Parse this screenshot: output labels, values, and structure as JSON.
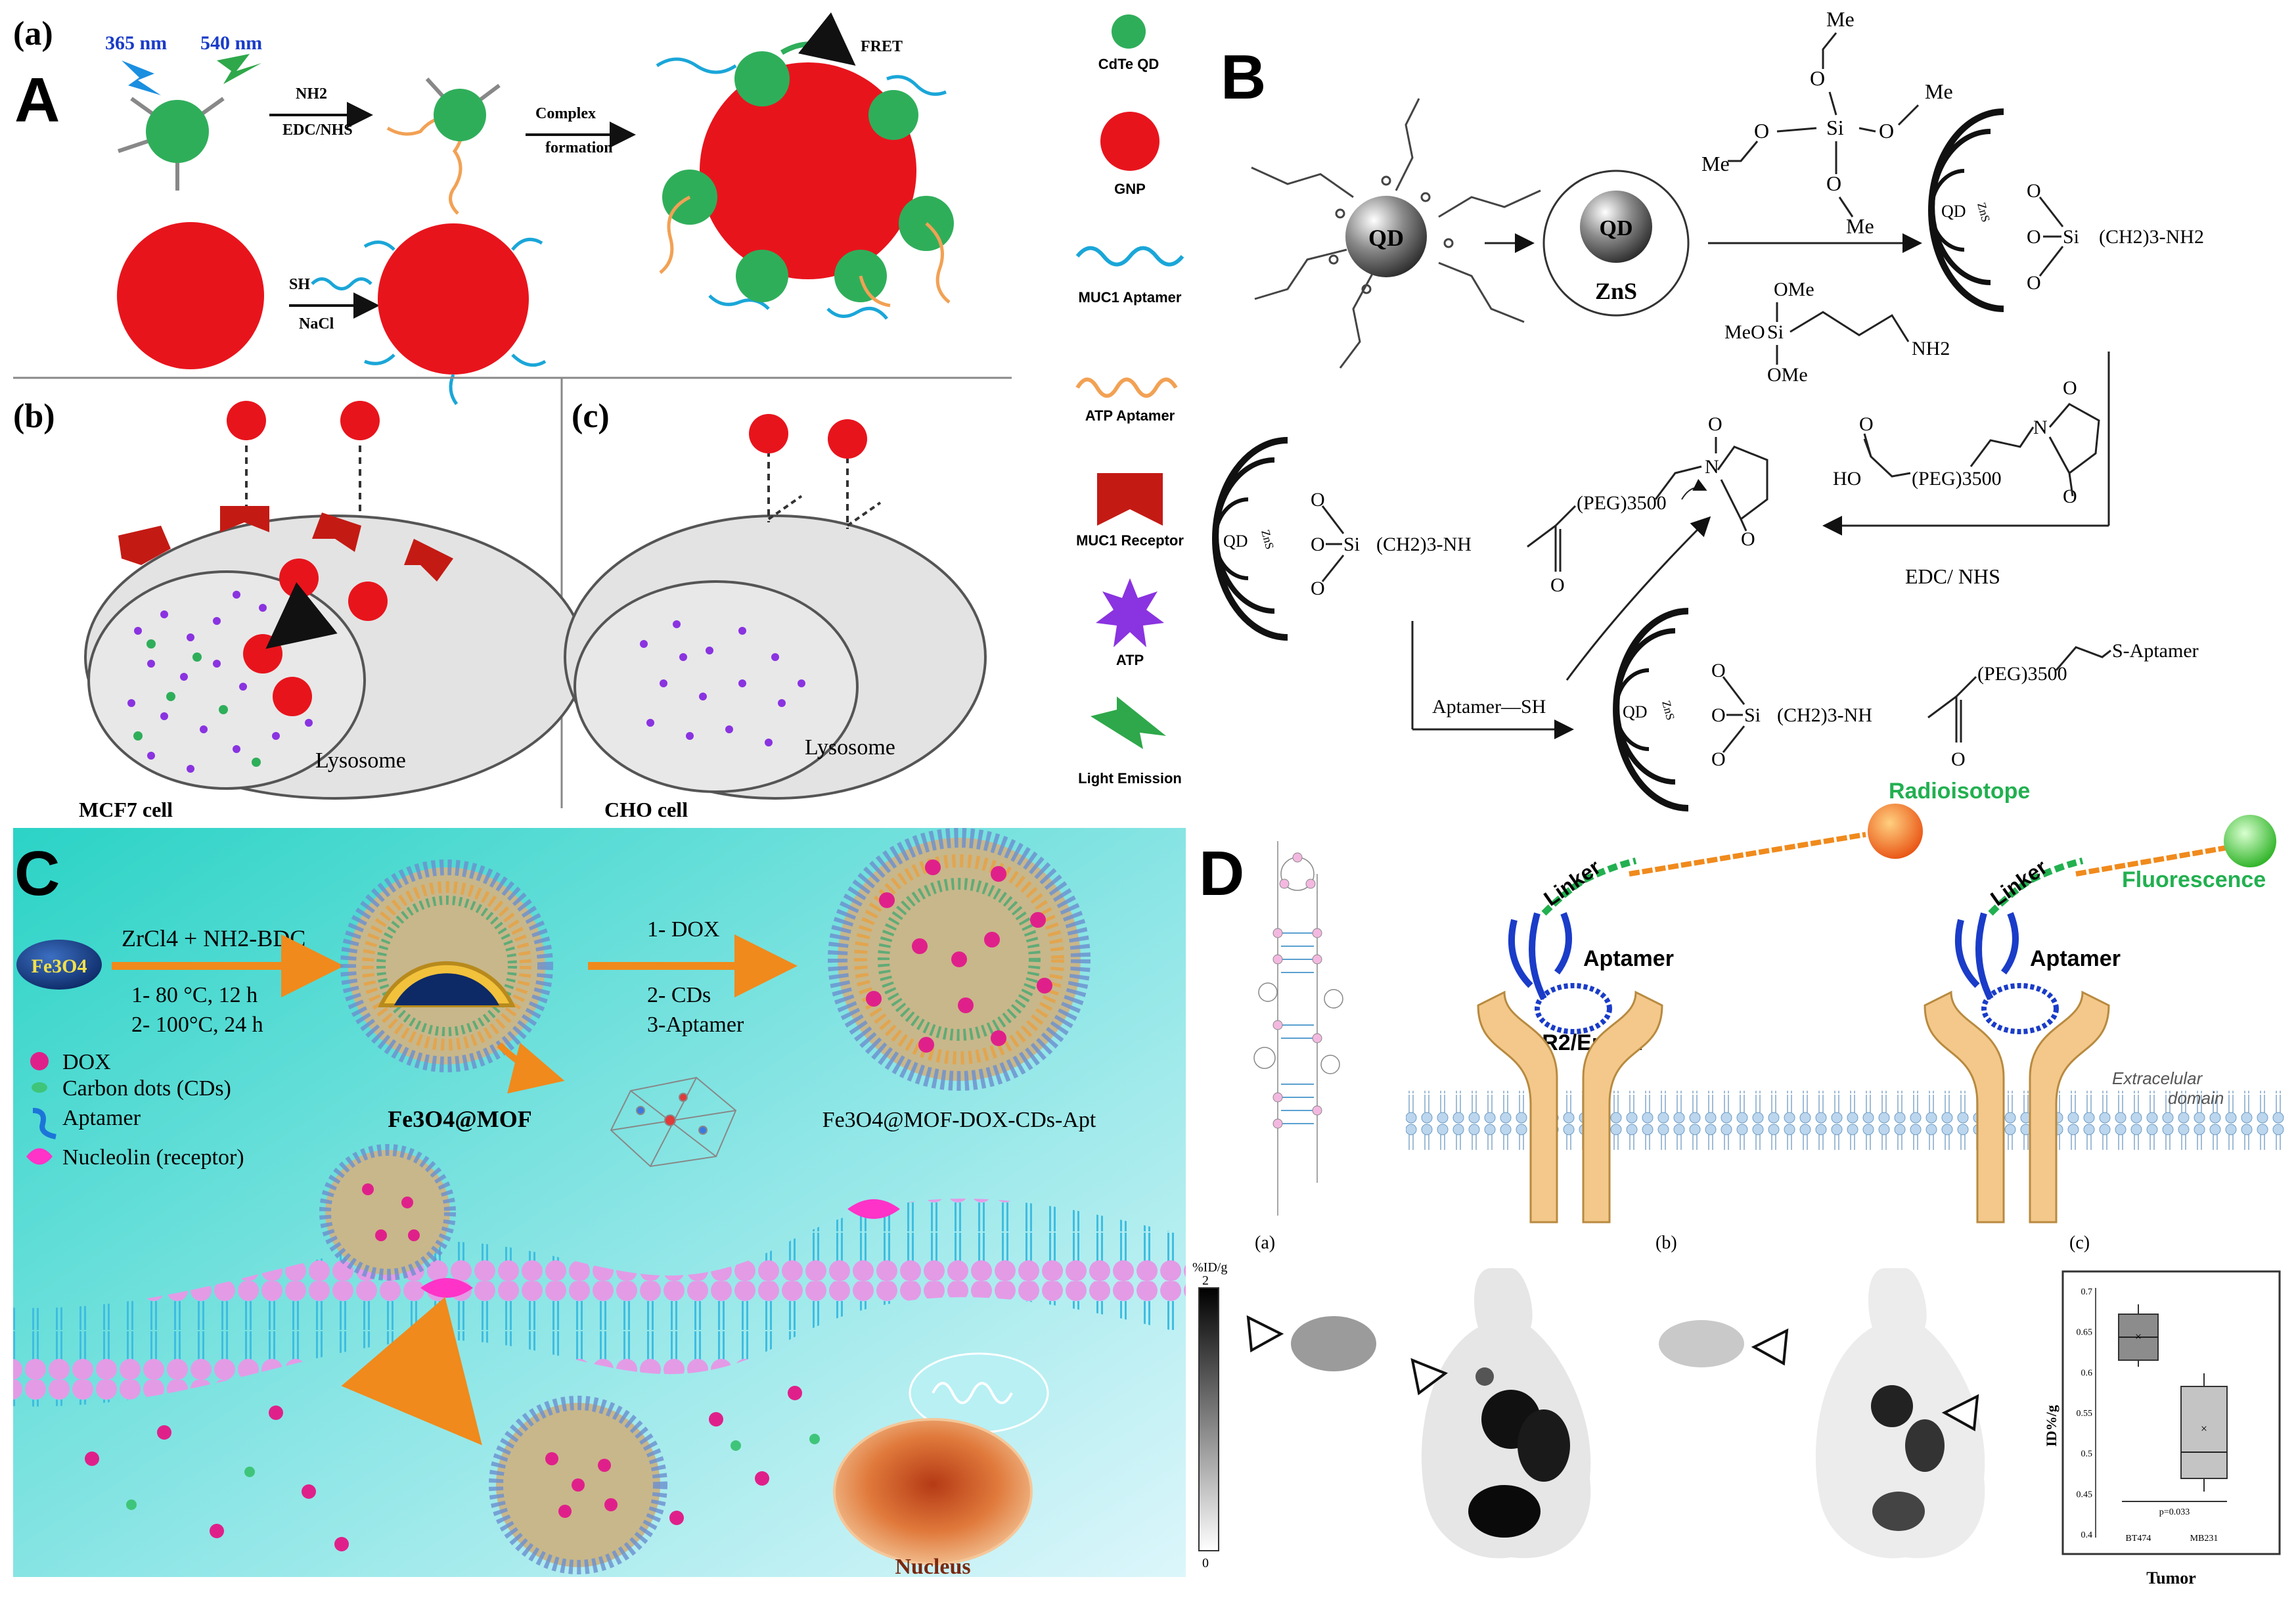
{
  "panel_A": {
    "letter_small": "(a)",
    "letter": "A",
    "wl_365": "365 nm",
    "wl_540": "540 nm",
    "nh2": "NH2",
    "edc_nhs": "EDC/NHS",
    "complex_1": "Complex",
    "complex_2": "formation",
    "fret": "FRET",
    "sh": "SH",
    "nacl": "NaCl"
  },
  "panel_b": {
    "letter": "(b)",
    "lysosome": "Lysosome",
    "cell": "MCF7 cell"
  },
  "panel_c": {
    "letter": "(c)",
    "lysosome": "Lysosome",
    "cell": "CHO cell"
  },
  "legend_A": {
    "cdte": "CdTe QD",
    "gnp": "GNP",
    "muc1_aptamer": "MUC1 Aptamer",
    "atp_aptamer": "ATP Aptamer",
    "muc1_receptor": "MUC1 Receptor",
    "atp": "ATP",
    "light": "Light Emission"
  },
  "panel_B": {
    "letter": "B",
    "qd": "QD",
    "zns": "ZnS",
    "zns_small": "ZnS",
    "me": "Me",
    "o": "O",
    "si": "Si",
    "ome": "OMe",
    "meo": "MeO",
    "nh2": "NH2",
    "ho": "HO",
    "chain_nh2": "(CH2)3-NH2",
    "chain_nh": "(CH2)3-NH",
    "peg": "(PEG)3500",
    "n": "N",
    "s_aptamer": "S-Aptamer",
    "aptamer_sh": "Aptamer—SH",
    "edc_nhs": "EDC/ NHS"
  },
  "panel_C": {
    "letter": "C",
    "fe3o4": "Fe3O4",
    "reagents": "ZrCl4 + NH2-BDC",
    "step1": "1- 80 °C, 12 h",
    "step2": "2- 100°C, 24 h",
    "dox_step1": "1- DOX",
    "dox_step2": "2- CDs",
    "dox_step3": "3-Aptamer",
    "mof_label": "Fe3O4@MOF",
    "final_label": "Fe3O4@MOF-DOX-CDs-Apt",
    "legend_dox": "DOX",
    "legend_cds": "Carbon dots (CDs)",
    "legend_apt": "Aptamer",
    "legend_nucleolin": "Nucleolin (receptor)",
    "nucleus": "Nucleus"
  },
  "panel_D": {
    "letter": "D",
    "radioisotope": "Radioisotope",
    "fluorescence": "Fluorescence",
    "linker": "Linker",
    "aptamer": "Aptamer",
    "her2": "HER2/ErbB2",
    "extracellular_1": "Extracelular",
    "extracellular_2": "domain",
    "sub_a": "(a)",
    "sub_b": "(b)",
    "sub_c": "(c)",
    "scale_unit": "%ID/g",
    "scale_max": "2",
    "scale_min": "0",
    "box_ylabel": "ID%/g",
    "box_xlabel": "Tumor",
    "box_yticks": [
      "0.7",
      "0.65",
      "0.6",
      "0.55",
      "0.5",
      "0.45",
      "0.4"
    ],
    "box_cat1": "BT474",
    "box_cat2": "MB231",
    "box_p": "p=0.033"
  },
  "colors": {
    "qd_green": "#2fae5a",
    "gnp_red": "#e8141c",
    "muc1_blue": "#1aa6d8",
    "atp_orange": "#f2a154",
    "receptor_red": "#c41a14",
    "atp_purple": "#8a33e0",
    "dox_pink": "#e0208a",
    "cyan_bg": "#4fd6d0"
  }
}
